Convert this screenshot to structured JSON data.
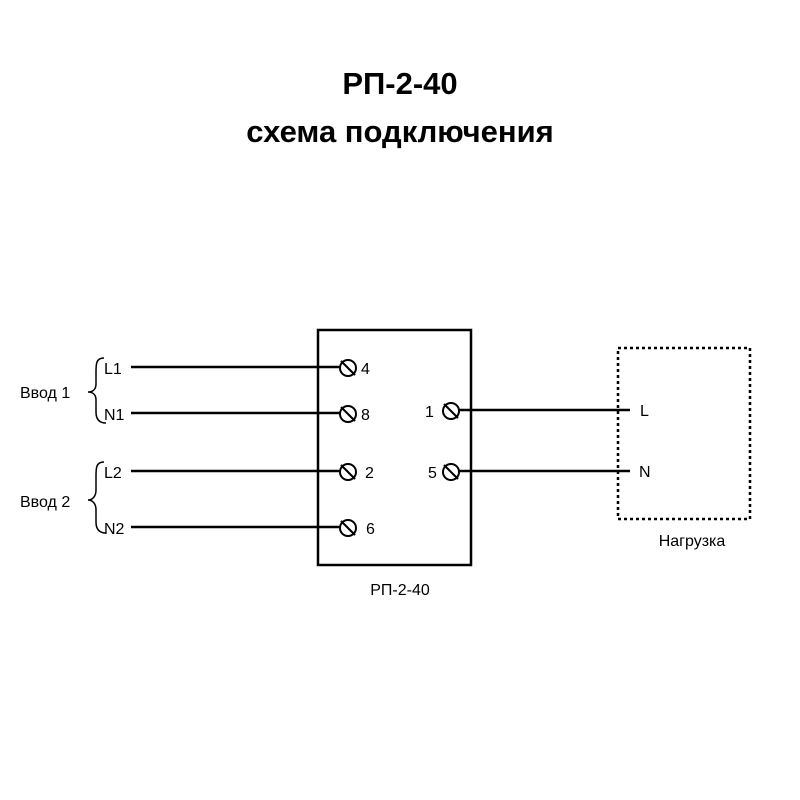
{
  "title": {
    "line1": "РП-2-40",
    "line2": "схема подключения"
  },
  "device": {
    "label": "РП-2-40",
    "terminals_left": [
      "4",
      "8",
      "2",
      "6"
    ],
    "terminals_right": [
      "1",
      "5"
    ]
  },
  "inputs": [
    {
      "label": "Ввод 1",
      "phase": "L1",
      "neutral": "N1"
    },
    {
      "label": "Ввод 2",
      "phase": "L2",
      "neutral": "N2"
    }
  ],
  "load": {
    "label": "Нагрузка",
    "phase": "L",
    "neutral": "N"
  }
}
